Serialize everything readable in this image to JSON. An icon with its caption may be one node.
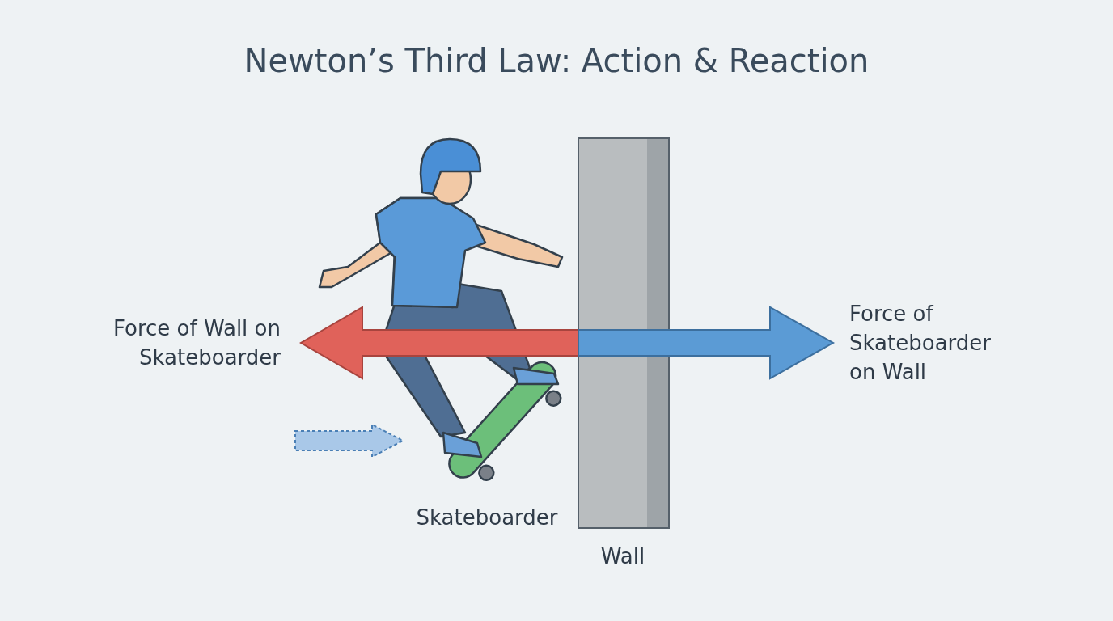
{
  "diagram": {
    "title": "Newton’s Third Law: Action & Reaction",
    "labels": [
      "Force of Wall on Skateboarder",
      "Force of Skateboarder on Wall",
      "Skateboarder",
      "Wall"
    ]
  }
}
